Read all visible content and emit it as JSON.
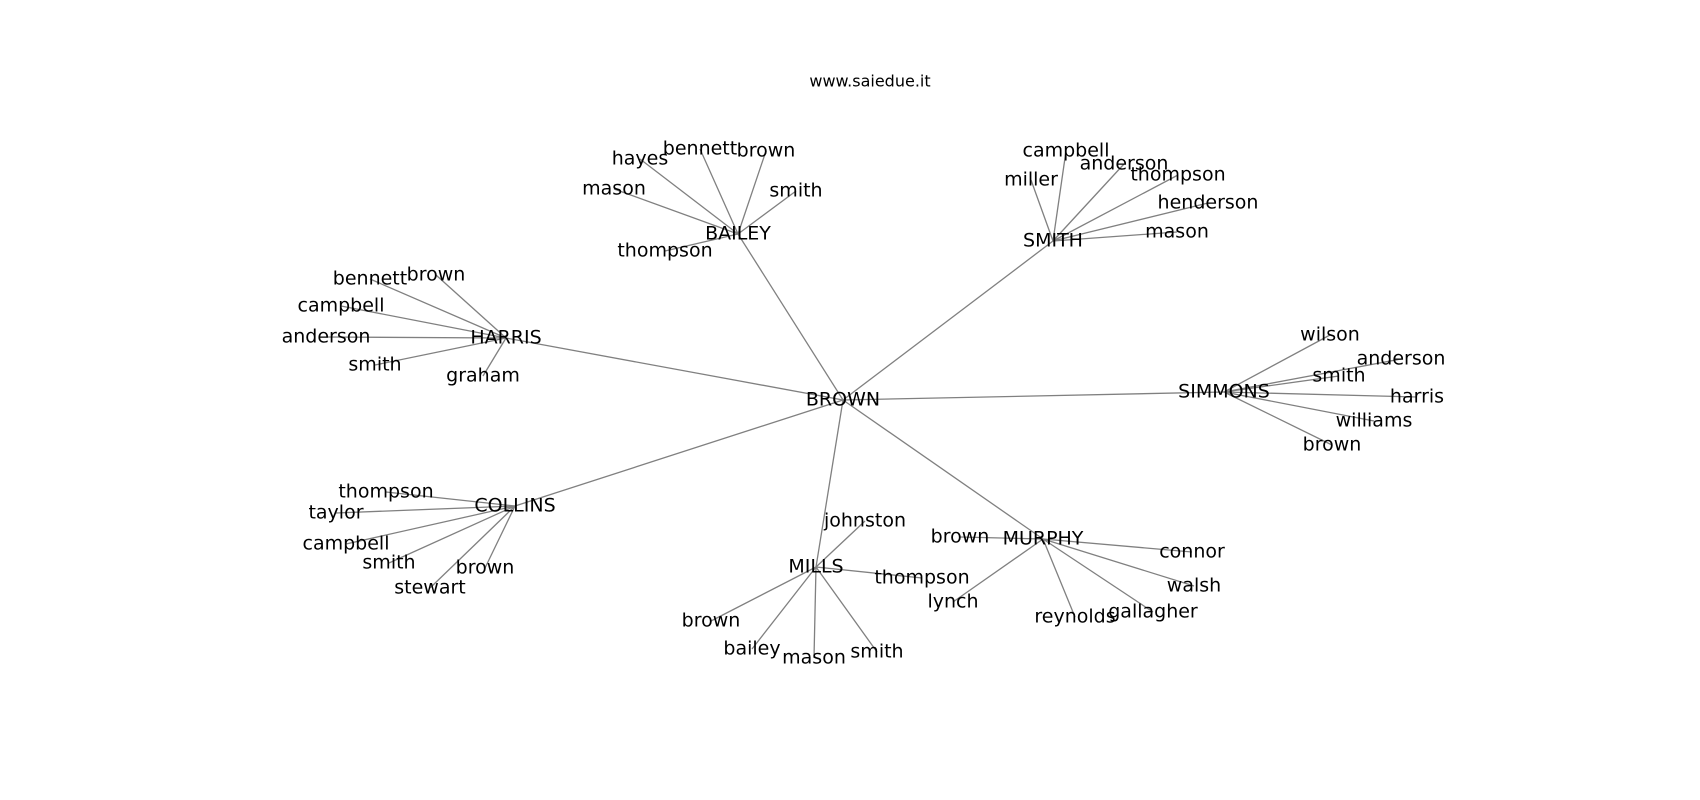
{
  "title": "www.saiedue.it",
  "colors": {
    "edge": "#808080",
    "text": "#000000",
    "background": "#ffffff"
  },
  "graph": {
    "root": "BROWN",
    "hubs": [
      {
        "id": "bailey",
        "label": "BAILEY",
        "leaves": [
          "hayes",
          "bennett",
          "brown",
          "mason",
          "smith",
          "thompson"
        ]
      },
      {
        "id": "smith",
        "label": "SMITH",
        "leaves": [
          "campbell",
          "miller",
          "anderson",
          "thompson",
          "henderson",
          "mason"
        ]
      },
      {
        "id": "harris",
        "label": "HARRIS",
        "leaves": [
          "bennett",
          "brown",
          "campbell",
          "anderson",
          "smith",
          "graham"
        ]
      },
      {
        "id": "simmons",
        "label": "SIMMONS",
        "leaves": [
          "wilson",
          "anderson",
          "smith",
          "harris",
          "williams",
          "brown"
        ]
      },
      {
        "id": "collins",
        "label": "COLLINS",
        "leaves": [
          "thompson",
          "taylor",
          "campbell",
          "smith",
          "brown",
          "stewart"
        ]
      },
      {
        "id": "mills",
        "label": "MILLS",
        "leaves": [
          "johnston",
          "thompson",
          "brown",
          "bailey",
          "mason",
          "smith"
        ]
      },
      {
        "id": "murphy",
        "label": "MURPHY",
        "leaves": [
          "brown",
          "connor",
          "walsh",
          "lynch",
          "reynolds",
          "gallagher"
        ]
      }
    ]
  }
}
